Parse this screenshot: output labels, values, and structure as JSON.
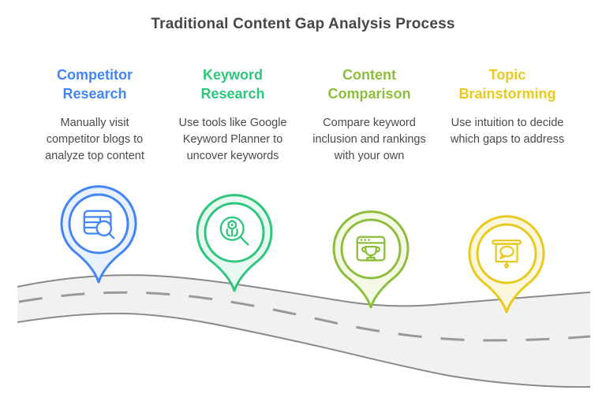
{
  "title": "Traditional Content Gap Analysis Process",
  "steps": [
    {
      "heading": "Competitor Research",
      "description": "Manually visit competitor blogs to analyze top content",
      "color": "#4285F4",
      "tint": "#EAF1FE",
      "icon": "table-search-icon"
    },
    {
      "heading": "Keyword Research",
      "description": "Use tools like Google Keyword Planner to uncover keywords",
      "color": "#2EC57D",
      "tint": "#E7F9F0",
      "icon": "robot-magnifier-icon"
    },
    {
      "heading": "Content Comparison",
      "description": "Compare keyword inclusion and rankings with your own",
      "color": "#8CBE3C",
      "tint": "#F3F9E4",
      "icon": "trophy-window-icon"
    },
    {
      "heading": "Topic Brainstorming",
      "description": "Use intuition to decide which gaps to address",
      "color": "#E9C91F",
      "tint": "#FCF7DC",
      "icon": "presentation-chat-icon"
    }
  ],
  "road": {
    "fill": "#F1F1F0",
    "border": "#8A8A8A",
    "dash_color": "#999999"
  }
}
